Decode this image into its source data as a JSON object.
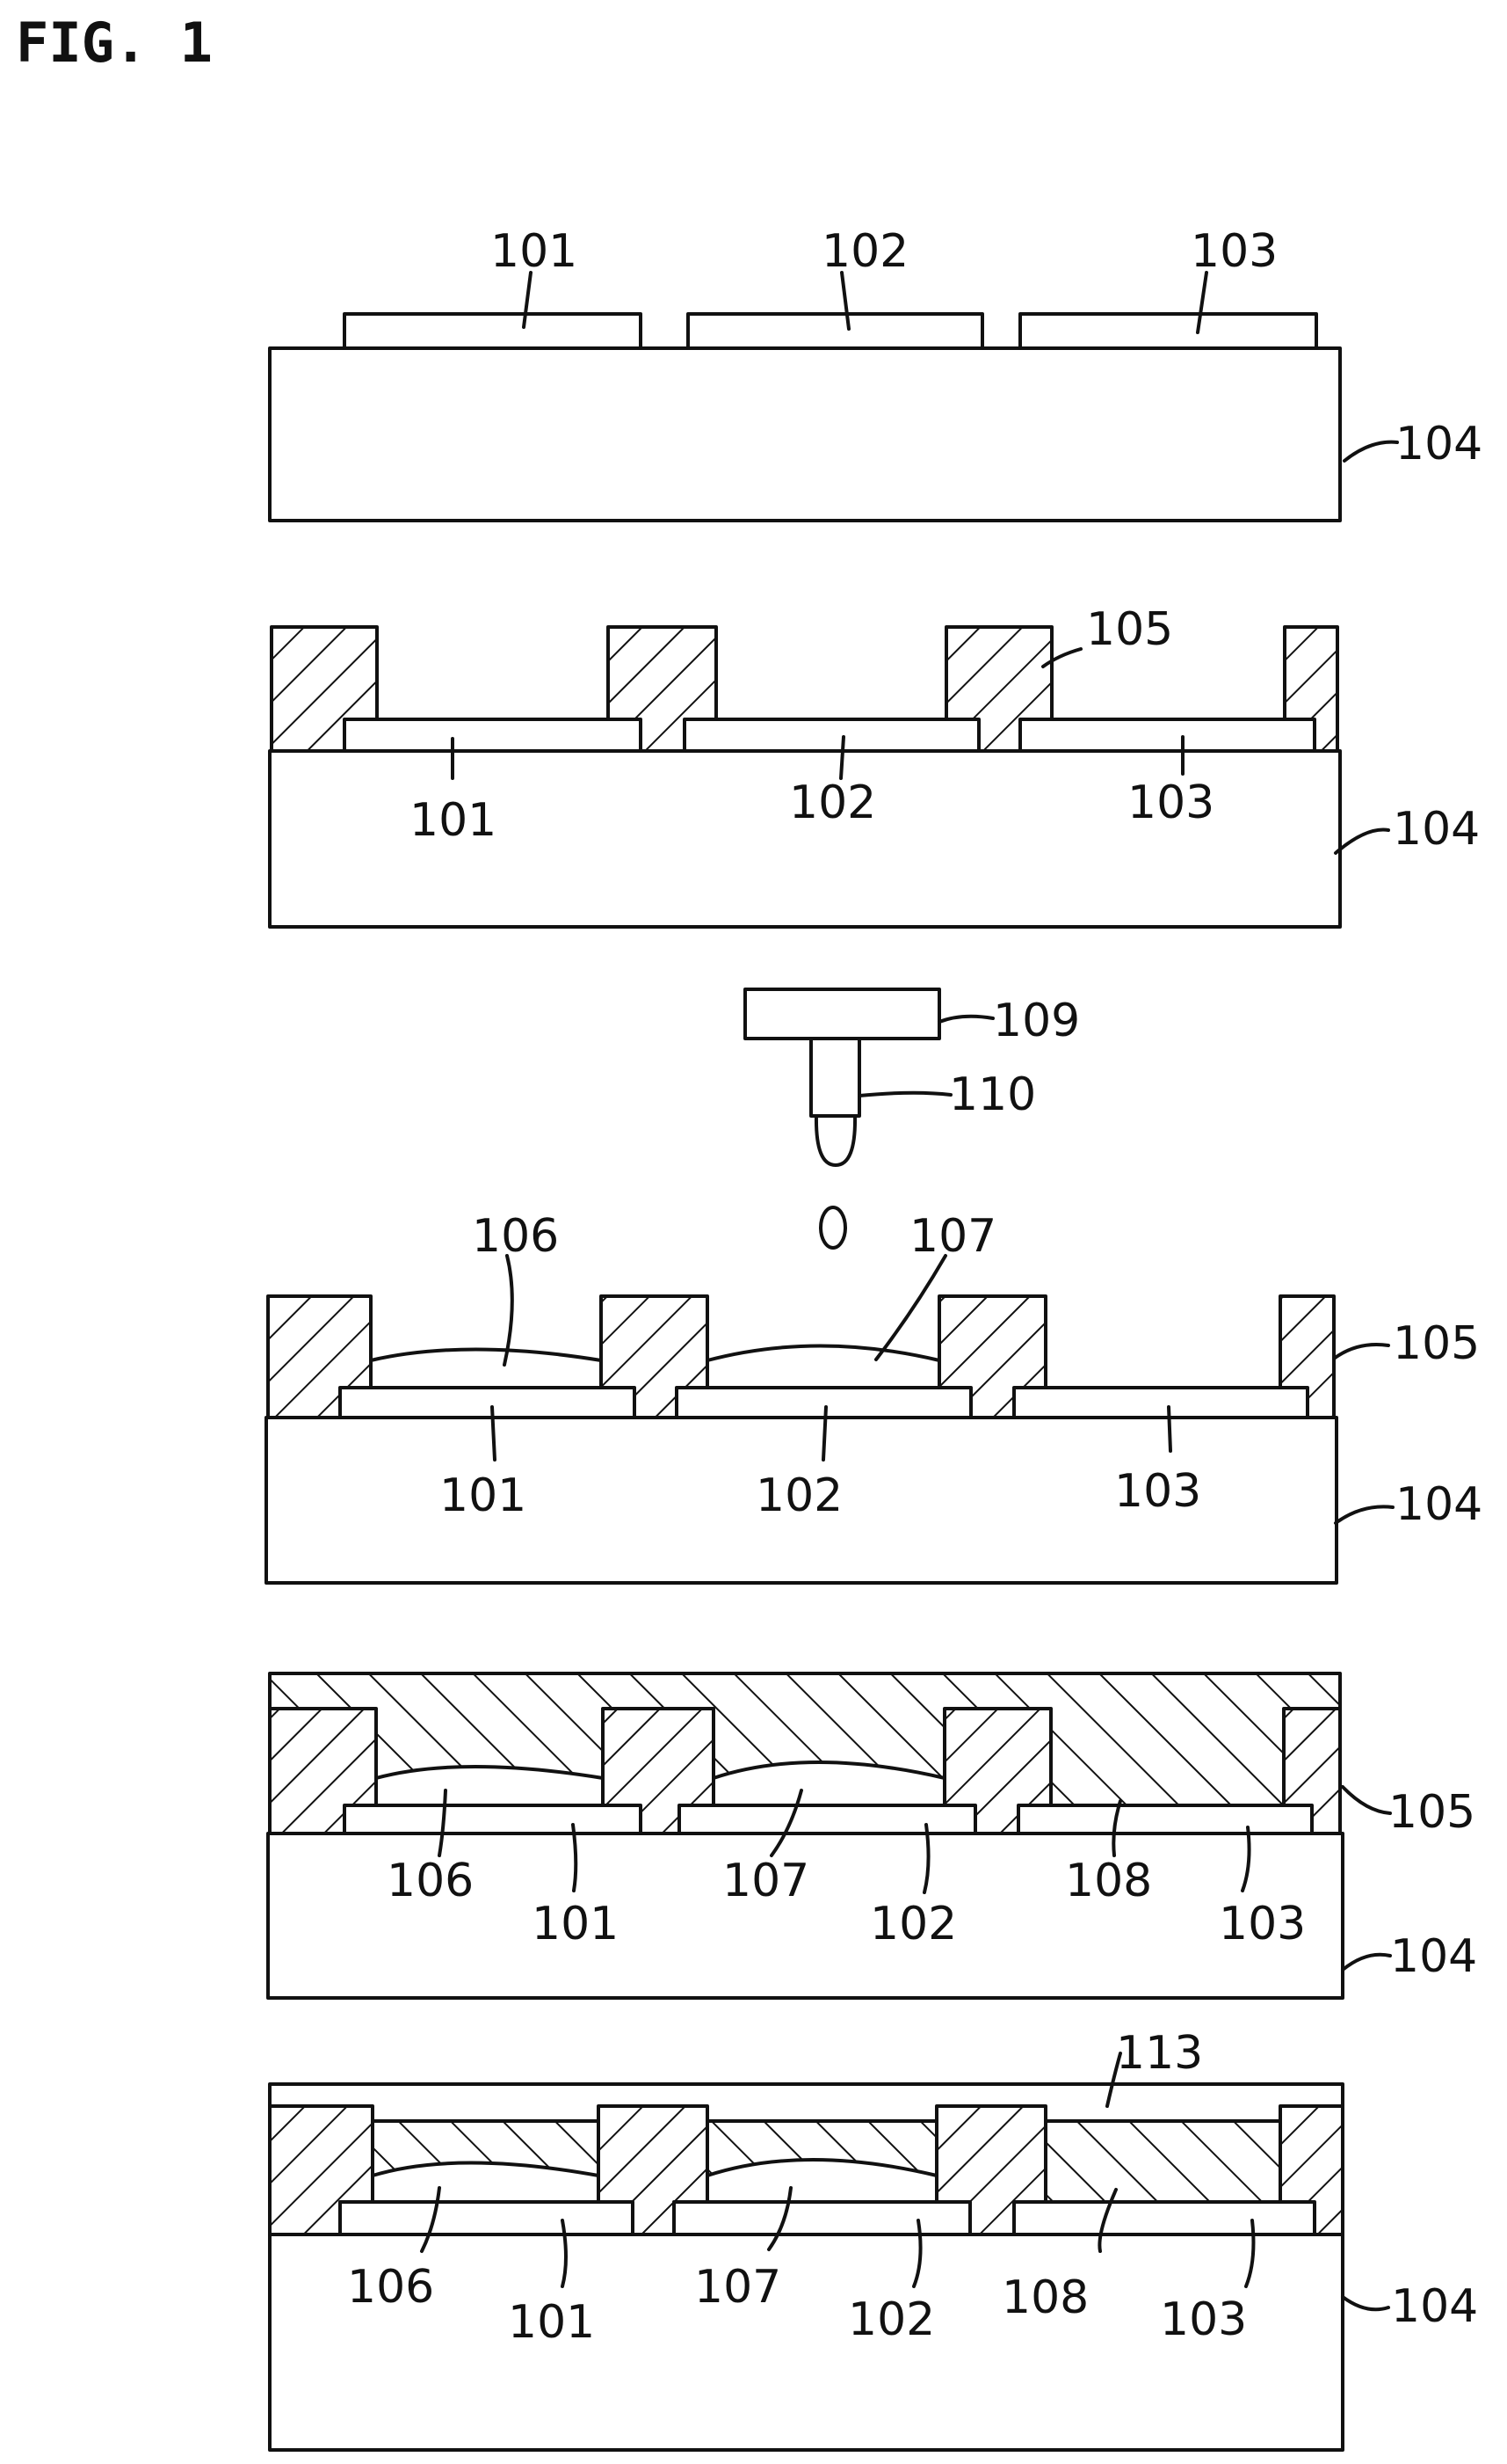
{
  "figure_title": "FIG. 1",
  "labels": {
    "s1": {
      "a": "101",
      "b": "102",
      "c": "103",
      "sub": "104"
    },
    "s2": {
      "a": "101",
      "b": "102",
      "c": "103",
      "sub": "104",
      "bank": "105"
    },
    "s3": {
      "head": "109",
      "nozzle": "110",
      "ink1": "106",
      "ink2": "107",
      "bank": "105",
      "a": "101",
      "b": "102",
      "c": "103",
      "sub": "104"
    },
    "s4": {
      "ink1": "106",
      "a": "101",
      "ink2": "107",
      "b": "102",
      "fill": "108",
      "c": "103",
      "bank": "105",
      "sub": "104"
    },
    "s5": {
      "cover": "113",
      "ink1": "106",
      "a": "101",
      "ink2": "107",
      "b": "102",
      "fill": "108",
      "c": "103",
      "sub": "104"
    }
  }
}
